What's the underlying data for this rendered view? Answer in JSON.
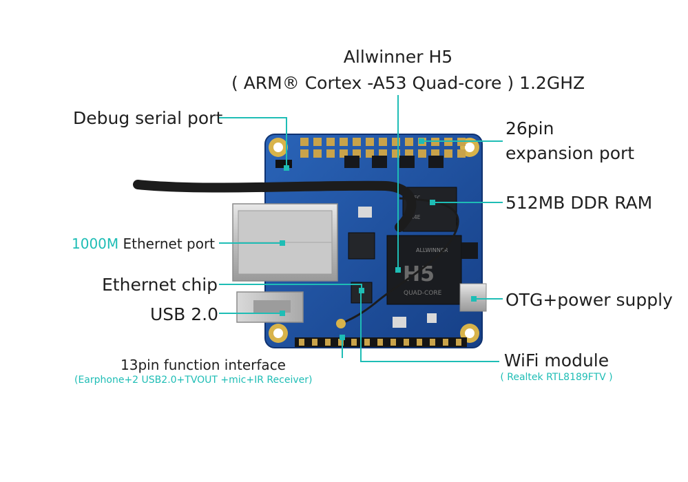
{
  "labels": {
    "soc_name": "Allwinner H5",
    "soc_detail": "( ARM® Cortex -A53 Quad-core ) 1.2GHZ",
    "debug_serial": "Debug serial port",
    "expansion_line1": "26pin",
    "expansion_line2": "expansion port",
    "ram": "512MB DDR RAM",
    "ethernet_port_speed": "1000M",
    "ethernet_port": "Ethernet port",
    "ethernet_chip": "Ethernet chip",
    "usb": "USB 2.0",
    "otg": "OTG+power supply",
    "function_interface": "13pin function interface",
    "function_detail": "(Earphone+2 USB2.0+TVOUT +mic+IR Receiver)",
    "wifi_module": "WiFi module",
    "wifi_detail": "( Realtek RTL8189FTV )"
  },
  "board": {
    "silkscreen_soc": "H5",
    "silkscreen_soc_brand": "ALLWINNER",
    "silkscreen_quad": "QUAD-CORE"
  },
  "colors": {
    "accent": "#1ebdb5",
    "pcb": "#1c4f9c",
    "text": "#1f1f1f"
  }
}
